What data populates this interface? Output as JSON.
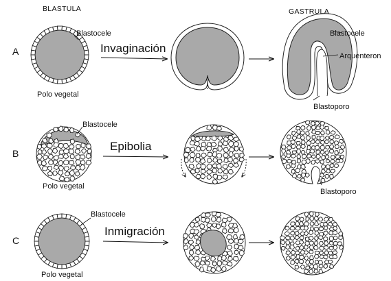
{
  "headers": {
    "blastula": "BLASTULA",
    "gastrula": "GASTRULA"
  },
  "rows": [
    {
      "letter": "A",
      "process": "Invaginación"
    },
    {
      "letter": "B",
      "process": "Epibolia"
    },
    {
      "letter": "C",
      "process": "Inmigración"
    }
  ],
  "labels": {
    "blastocele": "Blastocele",
    "arquenteron": "Arquenteron",
    "blastoporo": "Blastoporo",
    "polo_vegetal": "Polo vegetal"
  },
  "colors": {
    "cavity": "#a9a9a9",
    "ink": "#111111",
    "background": "#ffffff"
  }
}
